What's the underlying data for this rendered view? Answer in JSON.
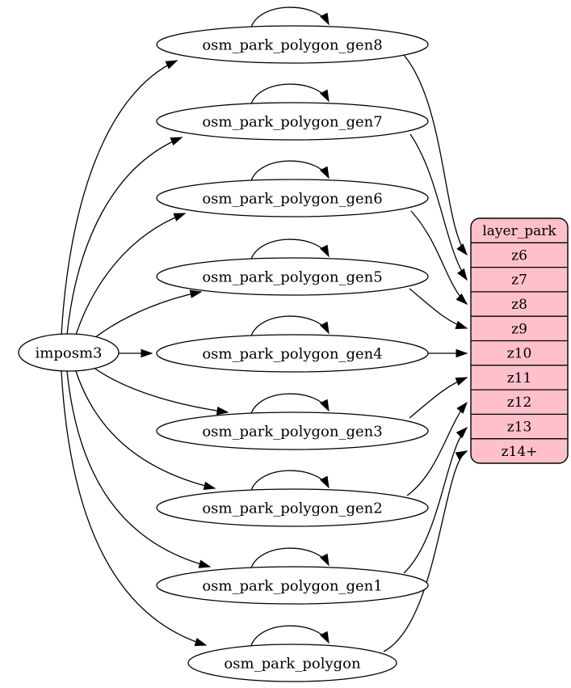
{
  "diagram": {
    "background_color": "#ffffff",
    "edge_color": "#000000",
    "node_style": {
      "fill": "#ffffff",
      "stroke": "#000000"
    },
    "source_node": {
      "id": "imposm3",
      "label": "imposm3"
    },
    "generalized_tables": [
      {
        "id": "osm_park_polygon_gen8",
        "label": "osm_park_polygon_gen8"
      },
      {
        "id": "osm_park_polygon_gen7",
        "label": "osm_park_polygon_gen7"
      },
      {
        "id": "osm_park_polygon_gen6",
        "label": "osm_park_polygon_gen6"
      },
      {
        "id": "osm_park_polygon_gen5",
        "label": "osm_park_polygon_gen5"
      },
      {
        "id": "osm_park_polygon_gen4",
        "label": "osm_park_polygon_gen4"
      },
      {
        "id": "osm_park_polygon_gen3",
        "label": "osm_park_polygon_gen3"
      },
      {
        "id": "osm_park_polygon_gen2",
        "label": "osm_park_polygon_gen2"
      },
      {
        "id": "osm_park_polygon_gen1",
        "label": "osm_park_polygon_gen1"
      },
      {
        "id": "osm_park_polygon",
        "label": "osm_park_polygon"
      }
    ],
    "record_node": {
      "id": "layer_park",
      "title": "layer_park",
      "fill": "#ffc0cb",
      "stroke": "#000000",
      "rows": [
        "z6",
        "z7",
        "z8",
        "z9",
        "z10",
        "z11",
        "z12",
        "z13",
        "z14+"
      ]
    },
    "edges": {
      "from_source": [
        {
          "from": "imposm3",
          "to": "osm_park_polygon_gen8"
        },
        {
          "from": "imposm3",
          "to": "osm_park_polygon_gen7"
        },
        {
          "from": "imposm3",
          "to": "osm_park_polygon_gen6"
        },
        {
          "from": "imposm3",
          "to": "osm_park_polygon_gen5"
        },
        {
          "from": "imposm3",
          "to": "osm_park_polygon_gen4"
        },
        {
          "from": "imposm3",
          "to": "osm_park_polygon_gen3"
        },
        {
          "from": "imposm3",
          "to": "osm_park_polygon_gen2"
        },
        {
          "from": "imposm3",
          "to": "osm_park_polygon_gen1"
        },
        {
          "from": "imposm3",
          "to": "osm_park_polygon"
        }
      ],
      "self_loops": [
        "osm_park_polygon_gen8",
        "osm_park_polygon_gen7",
        "osm_park_polygon_gen6",
        "osm_park_polygon_gen5",
        "osm_park_polygon_gen4",
        "osm_park_polygon_gen3",
        "osm_park_polygon_gen2",
        "osm_park_polygon_gen1",
        "osm_park_polygon"
      ],
      "to_record_rows": [
        {
          "from": "osm_park_polygon_gen8",
          "to": "z6"
        },
        {
          "from": "osm_park_polygon_gen7",
          "to": "z7"
        },
        {
          "from": "osm_park_polygon_gen6",
          "to": "z8"
        },
        {
          "from": "osm_park_polygon_gen5",
          "to": "z9"
        },
        {
          "from": "osm_park_polygon_gen4",
          "to": "z10"
        },
        {
          "from": "osm_park_polygon_gen3",
          "to": "z11"
        },
        {
          "from": "osm_park_polygon_gen2",
          "to": "z12"
        },
        {
          "from": "osm_park_polygon_gen1",
          "to": "z13"
        },
        {
          "from": "osm_park_polygon",
          "to": "z14+"
        }
      ]
    }
  }
}
